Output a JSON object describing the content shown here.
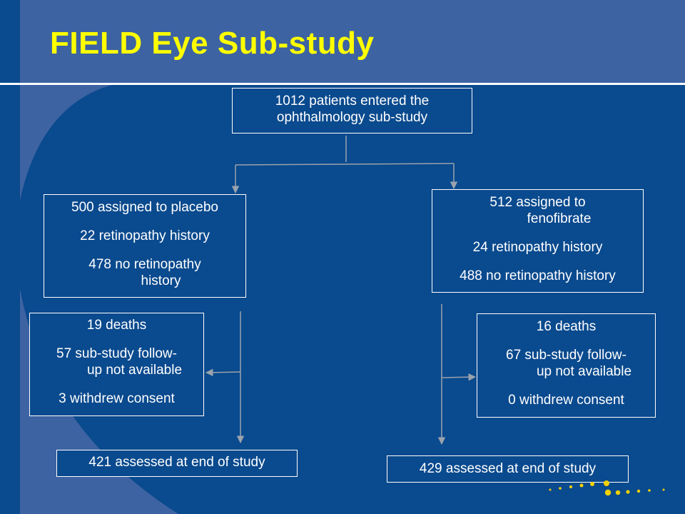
{
  "slide": {
    "title": "FIELD Eye Sub-study"
  },
  "colors": {
    "background": "#0a4a8e",
    "panel": "#3d63a2",
    "title": "#ffff00",
    "box_border": "#ffffff",
    "connector": "#9aa3ad",
    "dots": "#f5d000"
  },
  "flowchart": {
    "top": {
      "line1": "1012 patients entered the",
      "line2": "ophthalmology  sub-study"
    },
    "placebo": {
      "assigned": "500 assigned to placebo",
      "retinopathy": "22 retinopathy history",
      "no_retinopathy_1": "478 no retinopathy",
      "no_retinopathy_2": "history"
    },
    "fenofibrate": {
      "assigned_1": "512 assigned to",
      "assigned_2": "fenofibrate",
      "retinopathy": "24 retinopathy history",
      "no_retinopathy": "488 no retinopathy history"
    },
    "placebo_exclusions": {
      "deaths": "19 deaths",
      "followup_1": "57 sub-study follow-",
      "followup_2": "up not available",
      "withdrew": "3 withdrew consent"
    },
    "fenofibrate_exclusions": {
      "deaths": "16 deaths",
      "followup_1": "67 sub-study follow-",
      "followup_2": "up not available",
      "withdrew": "0 withdrew consent"
    },
    "placebo_end": "421 assessed at end of study",
    "fenofibrate_end": "429 assessed at end of study"
  }
}
